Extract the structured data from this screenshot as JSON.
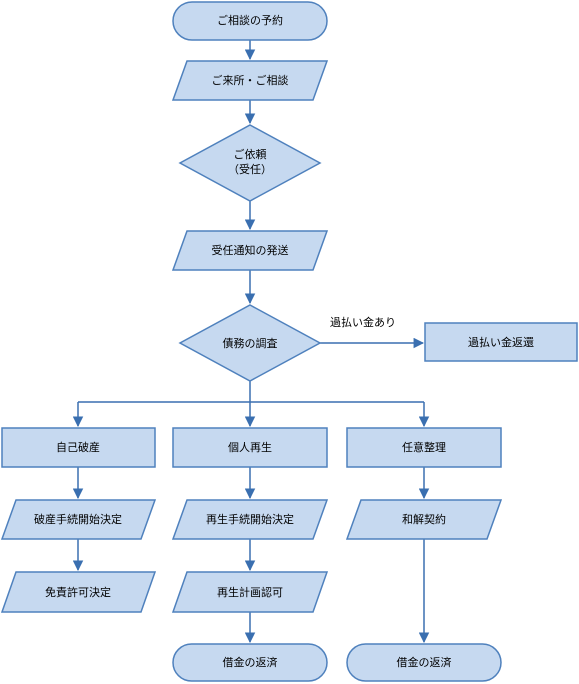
{
  "nodes": {
    "consult_reservation": "ご相談の予約",
    "visit_consult": "ご来所・ご相談",
    "request_line1": "ご依頼",
    "request_line2": "（受任）",
    "notice_send": "受任通知の発送",
    "debt_investigation": "債務の調査",
    "overpayment_return": "過払い金返還",
    "bankruptcy": "自己破産",
    "bankruptcy_start": "破産手続開始決定",
    "discharge": "免責許可決定",
    "rehabilitation": "個人再生",
    "rehab_start": "再生手続開始決定",
    "rehab_plan": "再生計画認可",
    "repay_rehab": "借金の返済",
    "voluntary": "任意整理",
    "settlement": "和解契約",
    "repay_voluntary": "借金の返済"
  },
  "edge_labels": {
    "overpayment_exists": "過払い金あり"
  },
  "colors": {
    "fill": "#c6d9f0",
    "stroke": "#4f81bd",
    "arrow": "#3a6fb0"
  }
}
